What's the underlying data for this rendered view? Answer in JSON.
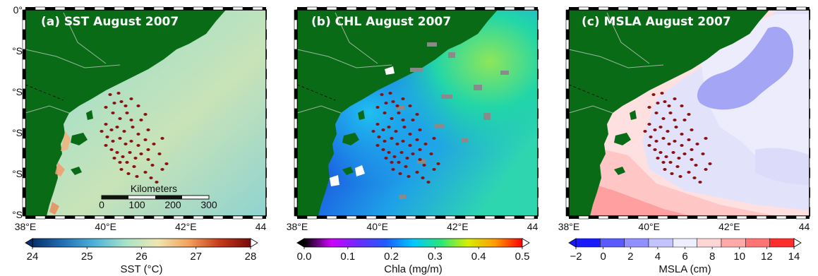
{
  "panels": [
    {
      "title": "(a) SST August 2007",
      "x_ticks": [
        "38°E",
        "40°E",
        "42°E",
        "44°E"
      ],
      "y_ticks": [
        "0°",
        "°S",
        "°S",
        "°S",
        "°S",
        "°S"
      ],
      "colorbar": {
        "ticks": [
          "24",
          "25",
          "26",
          "27",
          "28"
        ],
        "label": "SST (°C)",
        "colors": [
          "#08306b",
          "#2171b5",
          "#4fb3d9",
          "#a7e3c8",
          "#eee7b2",
          "#f3a35e",
          "#c53a1a",
          "#7a0a0a"
        ]
      },
      "scale_bar": {
        "title": "Kilometers",
        "ticks": [
          "0",
          "100",
          "200",
          "300"
        ]
      },
      "ocean_color": "#9dd9c8"
    },
    {
      "title": "(b) CHL August 2007",
      "x_ticks": [
        "38°E",
        "40°E",
        "42°E",
        "44°E"
      ],
      "y_ticks": [],
      "colorbar": {
        "ticks": [
          "0.0",
          "0.1",
          "0.2",
          "0.3",
          "0.4",
          "0.5"
        ],
        "label": "Chla (mg/m)",
        "colors": [
          "#000000",
          "#d000ff",
          "#6a2cff",
          "#1f5cff",
          "#00c8ff",
          "#28e67a",
          "#d7f000",
          "#ff9a00",
          "#ff0000"
        ]
      },
      "ocean_color": "#1f7ae0"
    },
    {
      "title": "(c) MSLA August 2007",
      "x_ticks": [
        "38°E",
        "40°E",
        "42°E",
        "44°E"
      ],
      "y_ticks": [],
      "colorbar": {
        "ticks": [
          "−2",
          "0",
          "2",
          "4",
          "6",
          "8",
          "10",
          "12",
          "14"
        ],
        "label": "MSLA (cm)",
        "colors": [
          "#1a1aff",
          "#5a5aff",
          "#8f8fff",
          "#c3c3ff",
          "#eeeeff",
          "#ffd6d6",
          "#ffa9a9",
          "#ff7575",
          "#ff2e2e"
        ]
      },
      "ocean_color": "#e2e2fb"
    }
  ],
  "colors": {
    "land": "#0a6b16",
    "points": "#8b1010",
    "frame": "#000000"
  }
}
